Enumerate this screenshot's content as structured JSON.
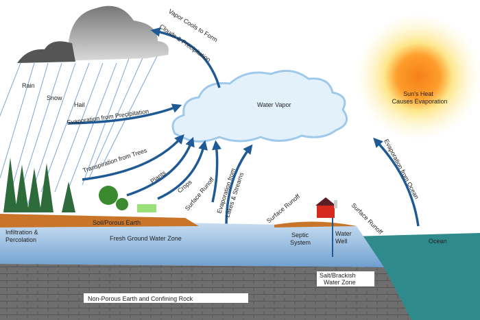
{
  "title": "Water Cycle",
  "labels": {
    "vapor_cools": "Vapor Cools to Form",
    "clouds_precip": "Clouds & Precipitation",
    "rain": "Rain",
    "snow": "Snow",
    "hail": "Hail",
    "evap_precip": "Evaporation from Precipitation",
    "water_vapor": "Water Vapor",
    "sun_heat": "Sun's Heat",
    "causes_evap": "Causes Evaporation",
    "transpiration": "Transpiration from Trees",
    "plants": "Plants",
    "crops": "Crops",
    "evap_lakes_1": "Evaporation from",
    "evap_lakes_2": "Lakes & Streams",
    "evap_ocean": "Evaporation from Ocean",
    "runoff_1": "Surface Runoff",
    "runoff_2": "Surface Runoff",
    "runoff_3": "Surface Runoff",
    "soil": "Soil/Porous Earth",
    "fresh_gw": "Fresh Ground Water Zone",
    "infiltration_1": "Infiltration &",
    "infiltration_2": "Percolation",
    "septic_1": "Septic",
    "septic_2": "System",
    "well_1": "Water",
    "well_2": "Well",
    "ocean": "Ocean",
    "salt_1": "Salt/Brackish",
    "salt_2": "Water Zone",
    "nonporous": "Non-Porous Earth and Confining Rock"
  },
  "colors": {
    "arrow": "#1f5a94",
    "ocean": "#2f8a8c",
    "groundwater": "#a9cbe8",
    "rock": "#6b6b6b",
    "soil": "#c8752a",
    "sun": "#f57f17"
  }
}
